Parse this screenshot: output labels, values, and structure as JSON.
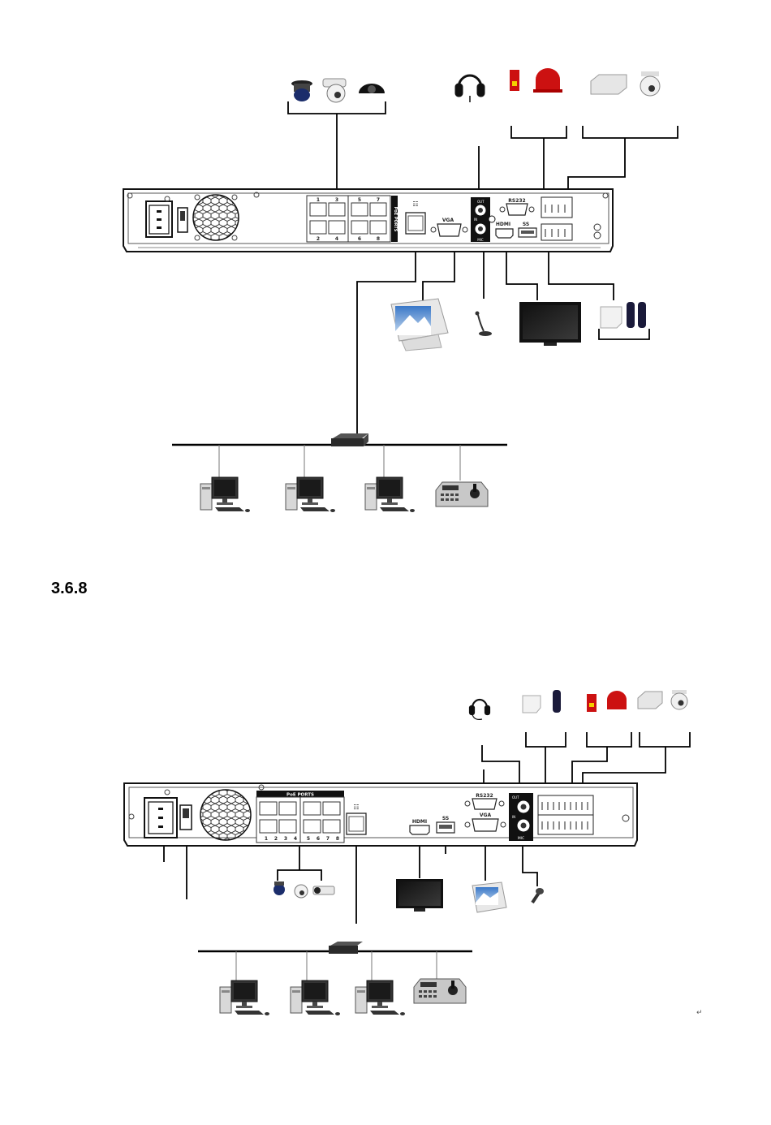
{
  "section": {
    "number": "3.6.8"
  },
  "diagram1": {
    "panel": {
      "poe_label": "PoE PORTS",
      "port_numbers_top": [
        "1",
        "3",
        "5",
        "7"
      ],
      "port_numbers_bottom": [
        "2",
        "4",
        "6",
        "8"
      ],
      "vga_label": "VGA",
      "rs232_label": "RS232",
      "hdmi_label": "HDMI",
      "usb_label": "SS",
      "audio_out_label": "OUT",
      "audio_in_label": "IN",
      "mic_label": "MIC"
    },
    "devices": [
      "ip-cameras",
      "headphones",
      "alarm-siren",
      "ptz-decoder-camera",
      "monitor",
      "microphone",
      "hdmi-tv",
      "alarm-detectors",
      "network-switch",
      "pc",
      "pc",
      "pc",
      "ptz-keyboard"
    ]
  },
  "diagram2": {
    "panel": {
      "poe_label": "PoE PORTS",
      "port_numbers_bottom": [
        "1",
        "2",
        "3",
        "4",
        "5",
        "6",
        "7",
        "8"
      ],
      "rs232_label": "RS232",
      "vga_label": "VGA",
      "hdmi_label": "HDMI",
      "usb_label": "SS",
      "audio_out_label": "OUT",
      "audio_in_label": "IN",
      "mic_label": "MIC"
    }
  },
  "colors": {
    "line": "#000000",
    "siren": "#cc1111",
    "panel": "#ffffff"
  }
}
